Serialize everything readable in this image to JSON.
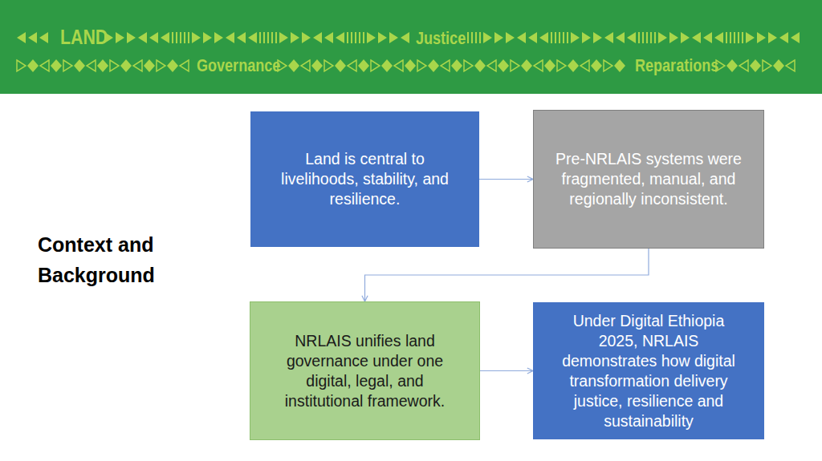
{
  "diagram": {
    "title": "Context and Background",
    "nodes": [
      {
        "text": [
          "Land is central to livelihoods, stability, and resilience."
        ]
      },
      {
        "text": [
          "Pre-NRLAIS systems were fragmented, manual, and regionally inconsistent."
        ]
      },
      {
        "text": [
          "NRLAIS unifies land governance under one digital, legal, and institutional framework."
        ]
      },
      {
        "text": [
          "Under Digital Ethiopia 2025, NRLAIS demonstrates how digital transformation delivery justice, resilience and sustainability"
        ]
      }
    ],
    "edges": [
      {
        "from": 0,
        "to": 1,
        "arrow": "to"
      },
      {
        "from": 1,
        "to": 2,
        "arrow": "to"
      },
      {
        "from": 2,
        "to": 3,
        "arrow": "to"
      }
    ],
    "labels": [
      "LAND",
      "Justice",
      "Governance",
      "Reparations"
    ]
  }
}
